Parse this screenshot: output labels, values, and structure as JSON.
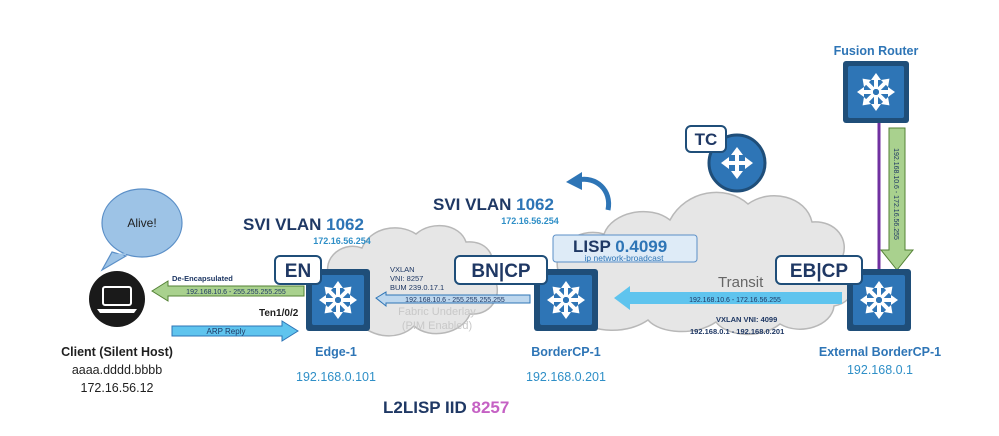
{
  "colors": {
    "cloud_fill": "#e6e6e6",
    "cloud_stroke": "#b8b8b8",
    "switch_dark": "#1f4e79",
    "switch_mid": "#2e75b6",
    "label_navy": "#1f3864",
    "label_blue": "#2e75b6",
    "ip_blue": "#2f8fc7",
    "pink": "#c561c4",
    "arrow_green": "#a9d18e",
    "arrow_green_stroke": "#548235",
    "arrow_blue": "#5fc4ee",
    "purple_line": "#7030a0"
  },
  "client": {
    "bubble": "Alive!",
    "name": "Client (Silent Host)",
    "mac": "aaaa.dddd.bbbb",
    "ip": "172.16.56.12",
    "icon": "laptop-icon"
  },
  "edge": {
    "svi_prefix": "SVI VLAN ",
    "svi_num": "1062",
    "svi_ip": "172.16.56.254",
    "badge": "EN",
    "name": "Edge-1",
    "ip": "192.168.0.101",
    "port": "Ten1/0/2",
    "icon": "switch-icon"
  },
  "arrows": {
    "decap_label": "De-Encapsulated",
    "decap_route": "192.168.10.6 - 255.255.255.255",
    "arp_label": "ARP Reply",
    "vxlan": "VXLAN",
    "vni": "VNI: 8257",
    "bum": "BUM 239.0.17.1",
    "fabric_route": "192.168.10.6 - 255.255.255.255",
    "transit_route": "192.168.10.6 - 172.16.56.255",
    "transit_vni": "VXLAN  VNI: 4099",
    "transit_ips": "192.168.0.1 - 192.168.0.201",
    "fusion_route": "192.168.10.6 - 172.16.56.255"
  },
  "fabric": {
    "line1": "Fabric Underlay",
    "line2": "(PIM Enabled)"
  },
  "border": {
    "svi_prefix": "SVI VLAN ",
    "svi_num": "1062",
    "svi_ip": "172.16.56.254",
    "badge_left": "BN",
    "badge_sep": "|",
    "badge_right": "CP",
    "lisp_prefix": "LISP ",
    "lisp_num": "0.4099",
    "lisp_sub": "ip network-broadcast",
    "name": "BorderCP-1",
    "ip": "192.168.0.201",
    "icon": "switch-icon"
  },
  "tc": {
    "badge": "TC",
    "icon": "router-icon"
  },
  "transit": {
    "label": "Transit"
  },
  "external": {
    "badge_left": "EB",
    "badge_sep": "|",
    "badge_right": "CP",
    "name": "External BorderCP-1",
    "ip": "192.168.0.1",
    "icon": "switch-icon"
  },
  "fusion": {
    "name": "Fusion Router",
    "icon": "router-icon"
  },
  "l2lisp": {
    "prefix": "L2LISP IID ",
    "num": "8257"
  }
}
